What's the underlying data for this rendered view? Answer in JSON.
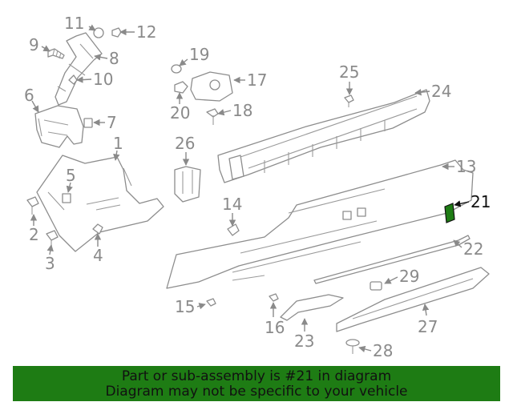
{
  "diagram": {
    "highlighted_part": "21",
    "highlight_color": "#1e7c14",
    "callouts": [
      "1",
      "2",
      "3",
      "4",
      "5",
      "6",
      "7",
      "8",
      "9",
      "10",
      "11",
      "12",
      "13",
      "14",
      "15",
      "16",
      "17",
      "18",
      "19",
      "20",
      "21",
      "22",
      "23",
      "24",
      "25",
      "26",
      "27",
      "28",
      "29"
    ]
  },
  "footer": {
    "line1": "Part or sub-assembly is #21 in diagram",
    "line2": "Diagram may not be specific to your vehicle",
    "background": "#1e7c14"
  }
}
